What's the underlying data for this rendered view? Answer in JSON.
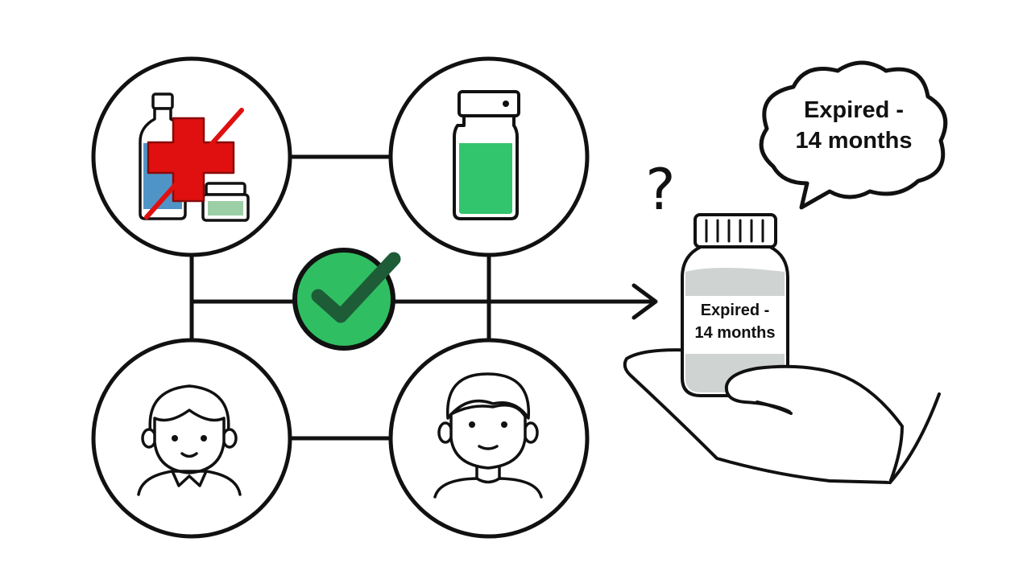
{
  "speech_bubble": {
    "line1": "Expired -",
    "line2": "14 months"
  },
  "bottle_label": {
    "line1": "Expired -",
    "line2": "14 months"
  },
  "question_mark": "?",
  "icons": {
    "top_left": "crossed-out-medicines-icon",
    "top_right": "medicine-vial-icon",
    "center": "green-checkmark-icon",
    "bottom_left": "person-with-collar-icon",
    "bottom_right": "person-icon",
    "right": "hand-holding-bottle-icon"
  },
  "colors": {
    "stroke": "#111111",
    "red_cross": "#e01010",
    "check_green": "#2fbf62",
    "check_dark": "#1e5c38",
    "vial_liquid": "#33c46e",
    "bottle_blue": "#4f94c7",
    "jar_green": "#9ccfa6",
    "label_gray": "#cfd3d1"
  }
}
